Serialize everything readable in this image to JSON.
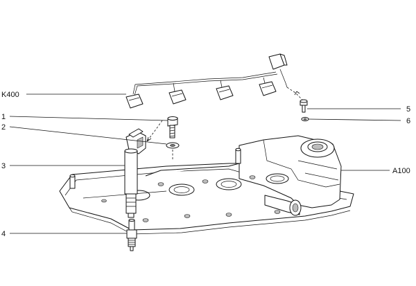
{
  "labels": {
    "k400": "K400",
    "l1": "1",
    "l2": "2",
    "l3": "3",
    "l4": "4",
    "l5": "5",
    "l6": "6",
    "a100": "A100"
  }
}
